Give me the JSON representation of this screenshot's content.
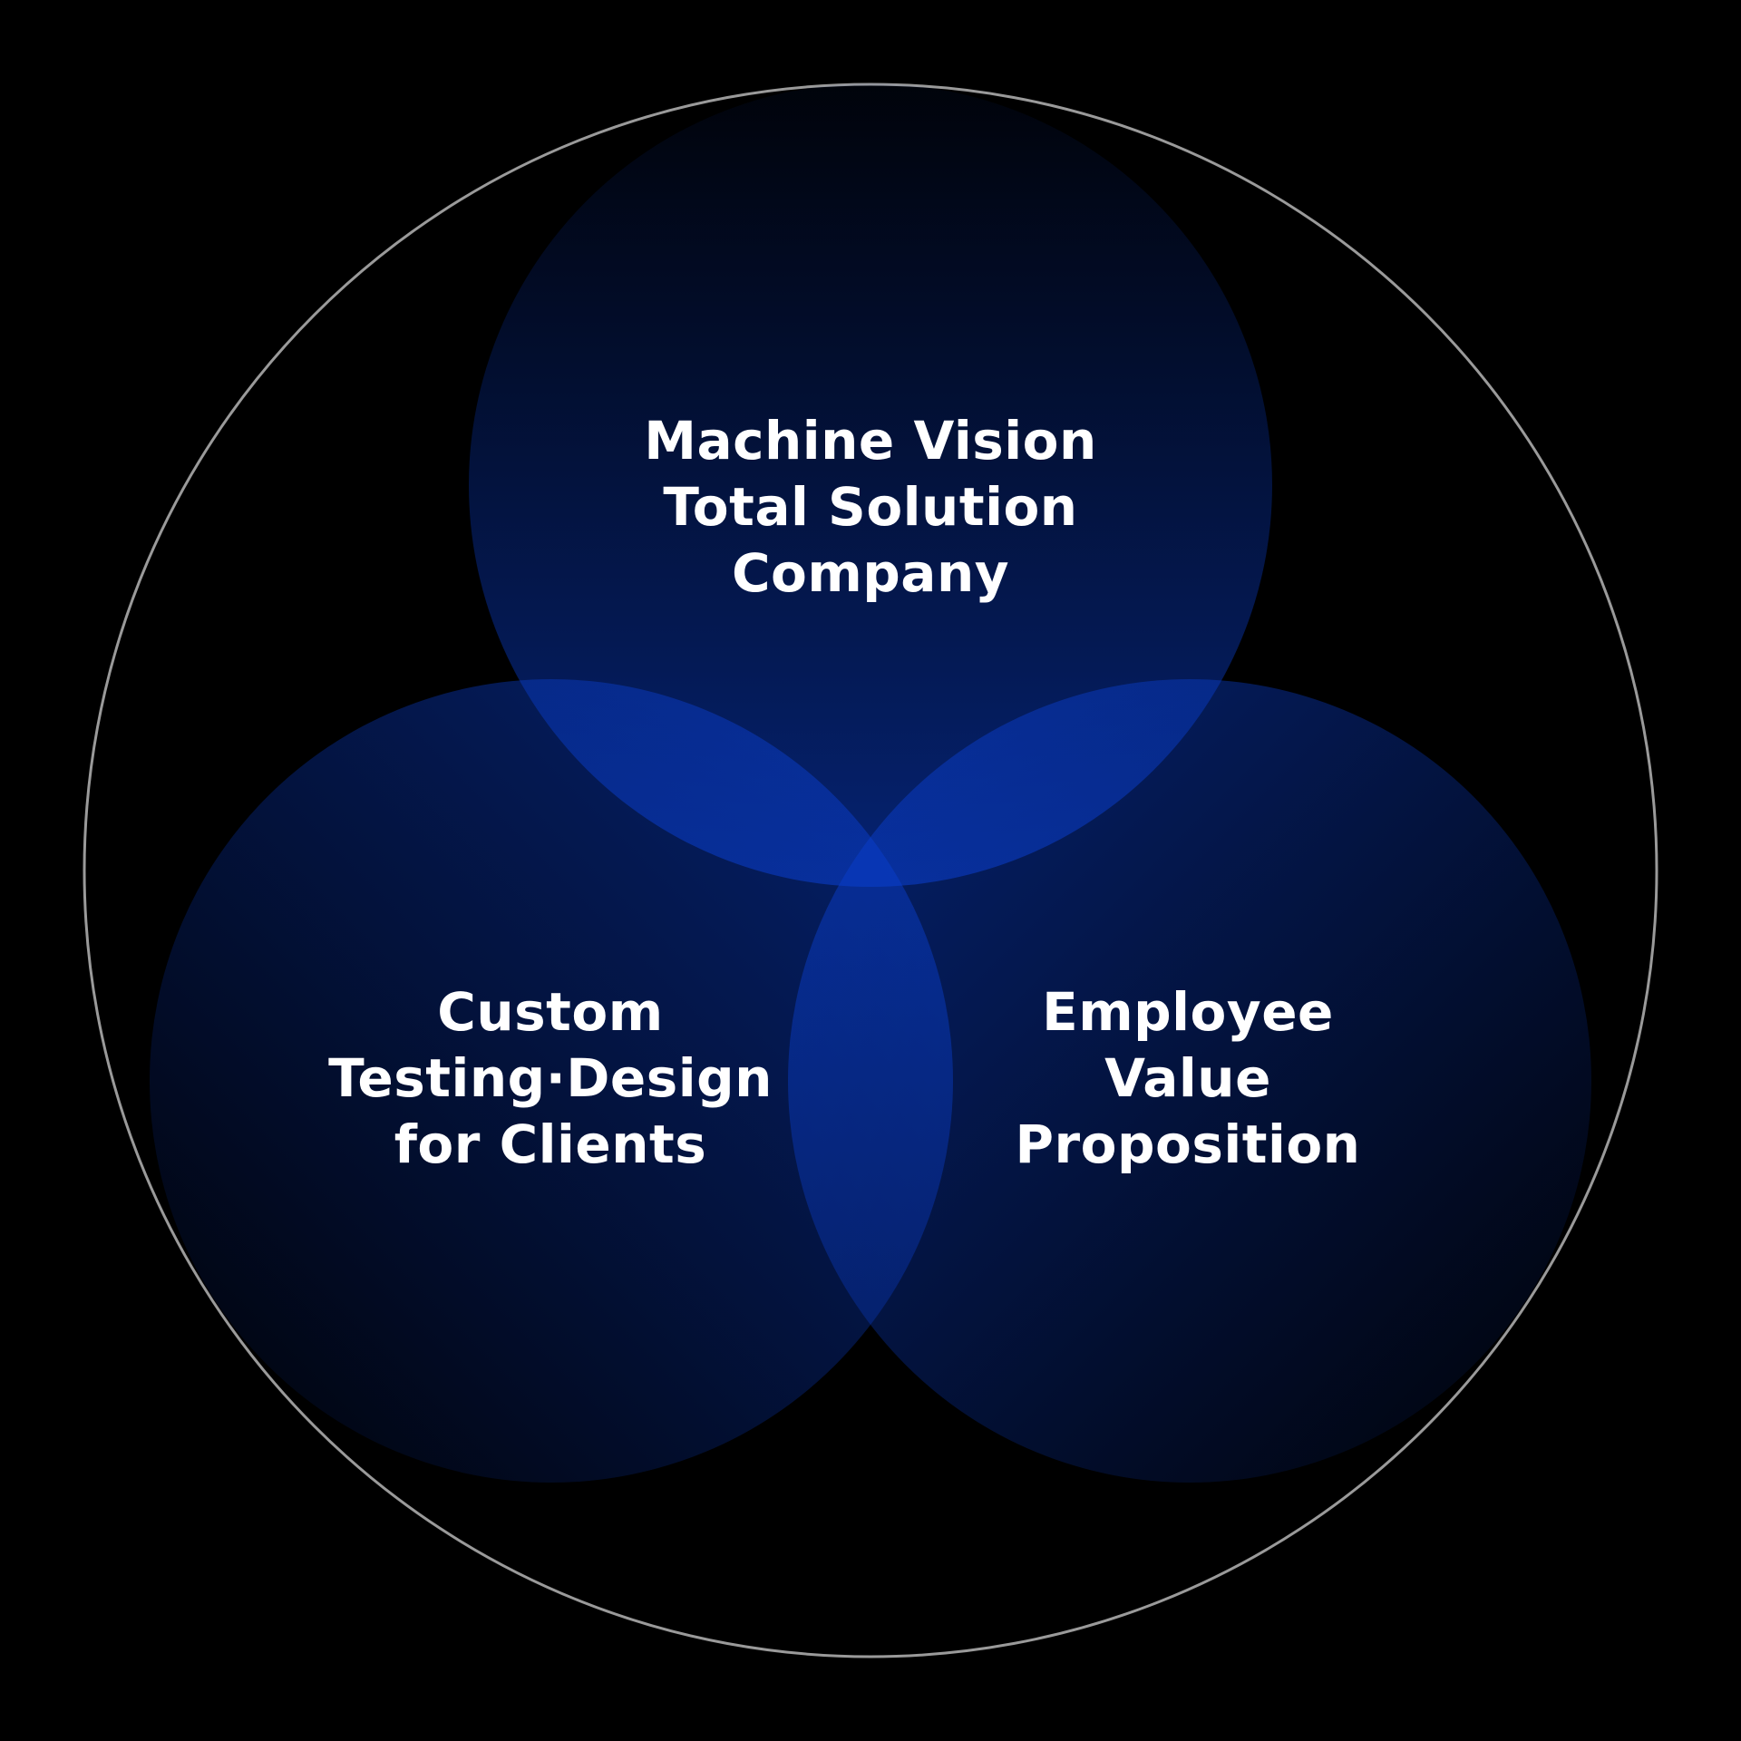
{
  "diagram": {
    "circles": [
      {
        "id": "top",
        "lines": [
          "Machine Vision",
          "Total Solution",
          "Company"
        ]
      },
      {
        "id": "left",
        "lines": [
          "Custom",
          "Testing·Design",
          "for Clients"
        ]
      },
      {
        "id": "right",
        "lines": [
          "Employee",
          "Value",
          "Proposition"
        ]
      }
    ]
  },
  "colors": {
    "background": "#000000",
    "outer_ring": "#9a9a9a",
    "circle_fill": "#0a3fd0",
    "circle_dark": "#000000",
    "text": "#ffffff"
  }
}
